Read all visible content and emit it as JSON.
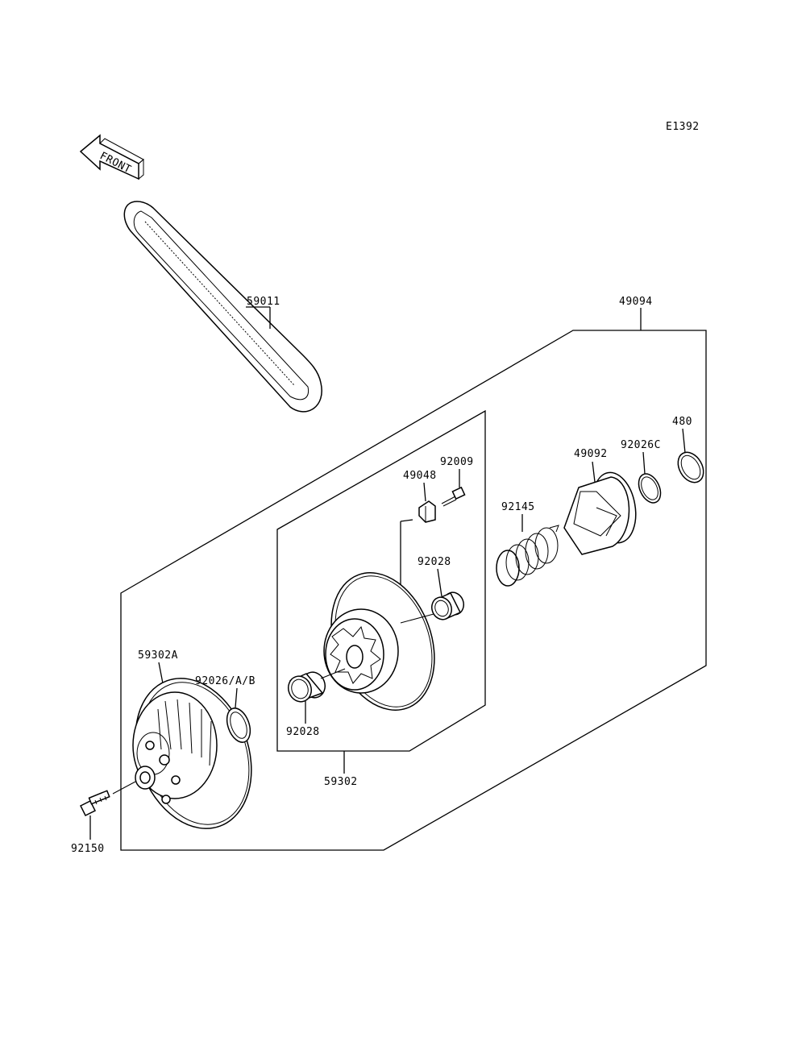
{
  "diagram_code": "E1392",
  "front_label": "FRONT",
  "labels": {
    "belt": "59011",
    "assembly": "49094",
    "cam": "49092",
    "washer_c": "92026C",
    "circlip": "480",
    "spring": "92145",
    "pin": "92009",
    "shoe": "49048",
    "bushing_upper": "92028",
    "bushing_lower": "92028",
    "fixed_sheave": "59302A",
    "washer_ab": "92026/A/B",
    "movable_sheave": "59302",
    "bolt": "92150"
  }
}
